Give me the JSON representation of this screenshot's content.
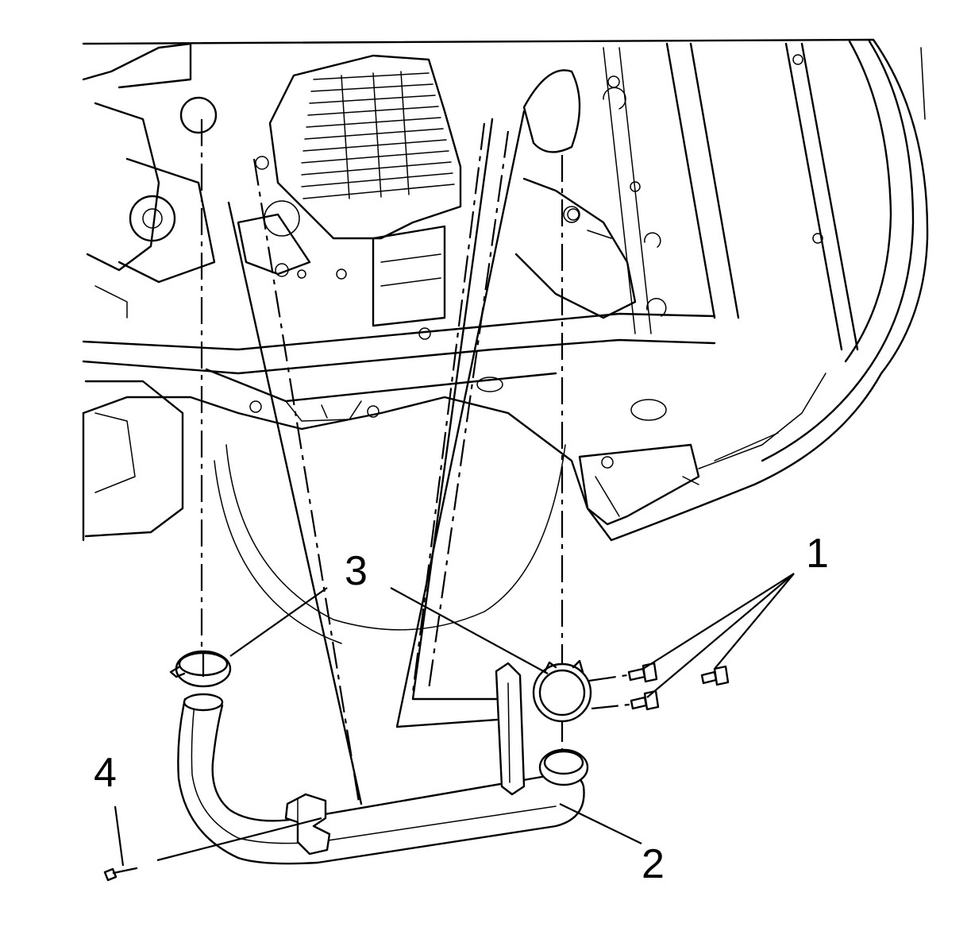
{
  "diagram": {
    "colors": {
      "line": "#000000",
      "background": "#ffffff"
    },
    "callouts": [
      {
        "id": "1",
        "label": "1"
      },
      {
        "id": "2",
        "label": "2"
      },
      {
        "id": "3",
        "label": "3"
      },
      {
        "id": "4",
        "label": "4"
      }
    ]
  }
}
